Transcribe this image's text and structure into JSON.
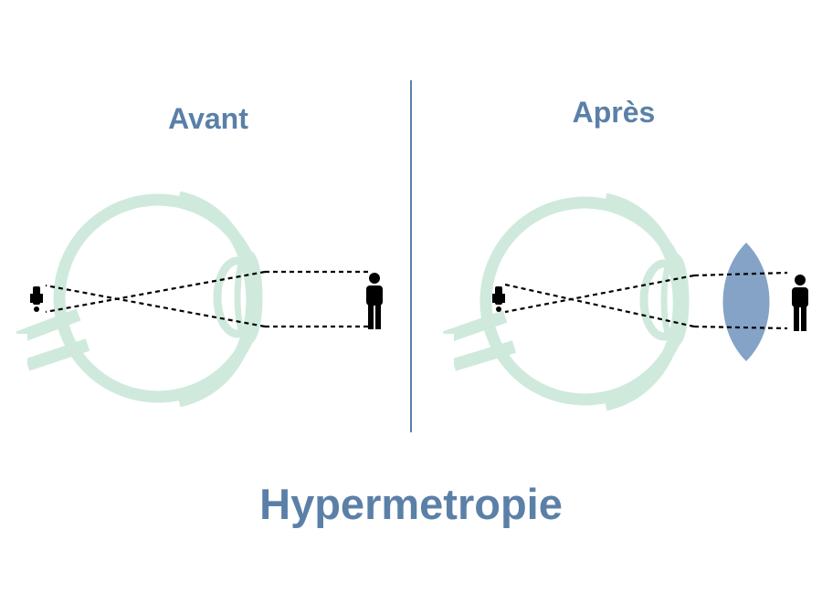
{
  "panels": {
    "before": {
      "title": "Avant"
    },
    "after": {
      "title": "Après"
    }
  },
  "main_title": "Hypermetropie",
  "colors": {
    "text_accent": "#5b80a8",
    "divider": "#5b80a8",
    "eye_outline": "#cfeadd",
    "lens": "#84a3c6",
    "figure": "#000000",
    "rays": "#000000"
  },
  "icons": [
    "eye-diagram-icon",
    "person-icon",
    "inverted-image-icon",
    "convex-lens-icon"
  ]
}
